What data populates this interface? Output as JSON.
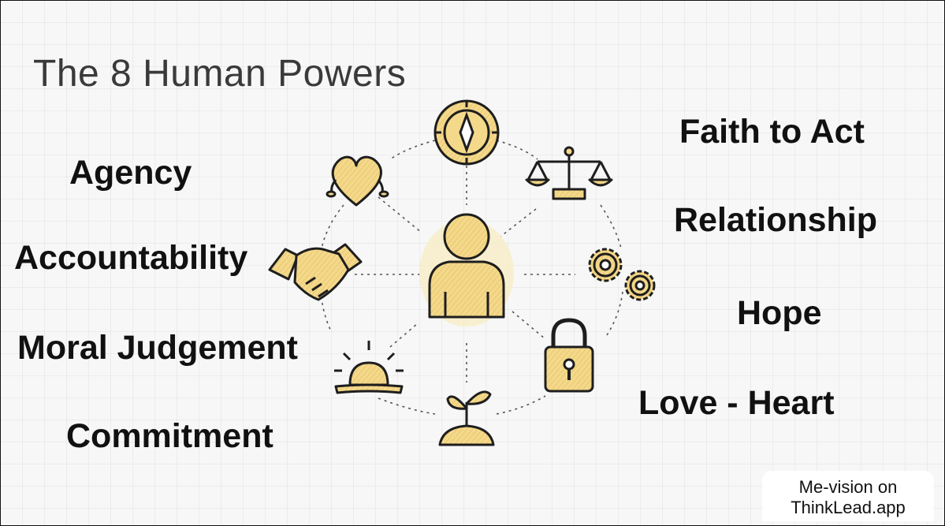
{
  "title": "The 8 Human Powers",
  "left_powers": [
    "Agency",
    "Accountability",
    "Moral Judgement",
    "Commitment"
  ],
  "right_powers": [
    "Faith to Act",
    "Relationship",
    "Hope",
    "Love - Heart"
  ],
  "badge": {
    "line1": "Me-vision on",
    "line2": "ThinkLead.app"
  },
  "icons": [
    "person-icon",
    "compass-icon",
    "scales-icon",
    "gears-icon",
    "padlock-icon",
    "sprout-icon",
    "sunrise-icon",
    "handshake-icon",
    "heart-icon"
  ],
  "colors": {
    "icon_fill": "#f4d98b",
    "stroke": "#1e1e1e",
    "text": "#111111",
    "title": "#3a3a3a"
  }
}
